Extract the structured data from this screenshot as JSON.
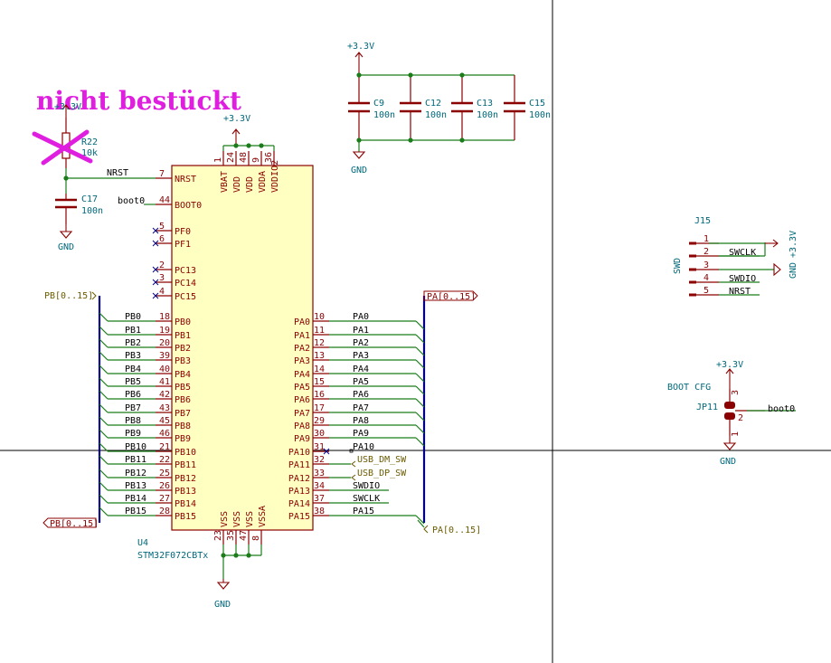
{
  "annotation": {
    "text": "nicht bestückt",
    "color": "#e01ee0"
  },
  "mcu": {
    "ref": "U4",
    "value": "STM32F072CBTx",
    "left_pins": [
      {
        "num": "7",
        "name": "NRST"
      },
      {
        "num": "44",
        "name": "BOOT0"
      },
      {
        "num": "5",
        "name": "PF0"
      },
      {
        "num": "6",
        "name": "PF1"
      },
      {
        "num": "2",
        "name": "PC13"
      },
      {
        "num": "3",
        "name": "PC14"
      },
      {
        "num": "4",
        "name": "PC15"
      },
      {
        "num": "18",
        "name": "PB0"
      },
      {
        "num": "19",
        "name": "PB1"
      },
      {
        "num": "20",
        "name": "PB2"
      },
      {
        "num": "39",
        "name": "PB3"
      },
      {
        "num": "40",
        "name": "PB4"
      },
      {
        "num": "41",
        "name": "PB5"
      },
      {
        "num": "42",
        "name": "PB6"
      },
      {
        "num": "43",
        "name": "PB7"
      },
      {
        "num": "45",
        "name": "PB8"
      },
      {
        "num": "46",
        "name": "PB9"
      },
      {
        "num": "21",
        "name": "PB10"
      },
      {
        "num": "22",
        "name": "PB11"
      },
      {
        "num": "25",
        "name": "PB12"
      },
      {
        "num": "26",
        "name": "PB13"
      },
      {
        "num": "27",
        "name": "PB14"
      },
      {
        "num": "28",
        "name": "PB15"
      }
    ],
    "right_pins": [
      {
        "num": "10",
        "name": "PA0"
      },
      {
        "num": "11",
        "name": "PA1"
      },
      {
        "num": "12",
        "name": "PA2"
      },
      {
        "num": "13",
        "name": "PA3"
      },
      {
        "num": "14",
        "name": "PA4"
      },
      {
        "num": "15",
        "name": "PA5"
      },
      {
        "num": "16",
        "name": "PA6"
      },
      {
        "num": "17",
        "name": "PA7"
      },
      {
        "num": "29",
        "name": "PA8"
      },
      {
        "num": "30",
        "name": "PA9"
      },
      {
        "num": "31",
        "name": "PA10"
      },
      {
        "num": "32",
        "name": "PA11"
      },
      {
        "num": "33",
        "name": "PA12"
      },
      {
        "num": "34",
        "name": "PA13"
      },
      {
        "num": "37",
        "name": "PA14"
      },
      {
        "num": "38",
        "name": "PA15"
      }
    ],
    "top_pins": [
      {
        "num": "1",
        "name": "VBAT"
      },
      {
        "num": "24",
        "name": "VDD"
      },
      {
        "num": "48",
        "name": "VDD"
      },
      {
        "num": "9",
        "name": "VDDA"
      },
      {
        "num": "36",
        "name": "VDDIO2"
      }
    ],
    "bottom_pins": [
      {
        "num": "23",
        "name": "VSS"
      },
      {
        "num": "35",
        "name": "VSS"
      },
      {
        "num": "47",
        "name": "VSS"
      },
      {
        "num": "8",
        "name": "VSSA"
      }
    ]
  },
  "nets": {
    "left": [
      "NRST",
      "boot0",
      "PB0",
      "PB1",
      "PB2",
      "PB3",
      "PB4",
      "PB5",
      "PB6",
      "PB7",
      "PB8",
      "PB9",
      "PB10",
      "PB11",
      "PB12",
      "PB13",
      "PB14",
      "PB15"
    ],
    "right": [
      "PA0",
      "PA1",
      "PA2",
      "PA3",
      "PA4",
      "PA5",
      "PA6",
      "PA7",
      "PA8",
      "PA9",
      "PA10",
      "USB_DM_SW",
      "USB_DP_SW",
      "SWDIO",
      "SWCLK",
      "PA15"
    ]
  },
  "global_labels": {
    "pb_top": "PB[0..15]",
    "pb_bottom": "PB[0..15]",
    "pa_top": "PA[0..15]",
    "pa_bottom": "PA[0..15]"
  },
  "power": {
    "v33": "+3.3V",
    "gnd": "GND"
  },
  "reset": {
    "r_ref": "R22",
    "r_value": "10k",
    "c_ref": "C17",
    "c_value": "100n"
  },
  "decoupling": [
    {
      "ref": "C9",
      "value": "100n"
    },
    {
      "ref": "C12",
      "value": "100n"
    },
    {
      "ref": "C13",
      "value": "100n"
    },
    {
      "ref": "C15",
      "value": "100n"
    }
  ],
  "swd": {
    "ref": "J15",
    "name": "SWD",
    "pins": [
      {
        "num": "1",
        "net": ""
      },
      {
        "num": "2",
        "net": "SWCLK"
      },
      {
        "num": "3",
        "net": ""
      },
      {
        "num": "4",
        "net": "SWDIO"
      },
      {
        "num": "5",
        "net": "NRST"
      }
    ],
    "gnd_label": "GND",
    "v33_label": "+3.3V"
  },
  "boot_cfg": {
    "title": "BOOT CFG",
    "ref": "JP11",
    "pin_top": "3",
    "pin_mid": "2",
    "pin_bot": "1",
    "net": "boot0"
  }
}
